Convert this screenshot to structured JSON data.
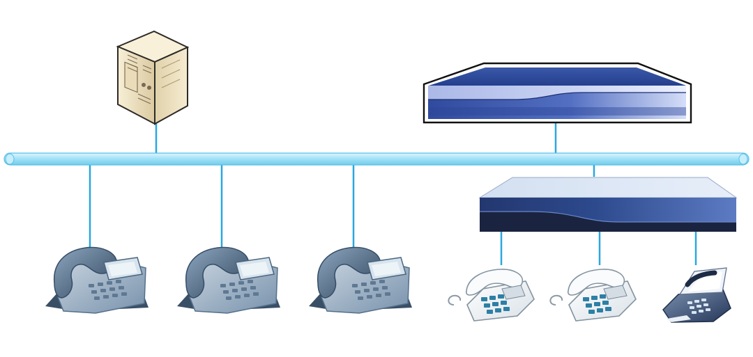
{
  "diagram": {
    "background": "#ffffff",
    "colors": {
      "bus_fill": "#9fe0f7",
      "bus_stroke": "#56bfe6",
      "link": "#2aa7df",
      "device_blue_dark": "#1f3f86",
      "device_blue_light": "#b7c4ee",
      "server_beige": "#efe2c0",
      "ip_phone_body": "#7f9bb7",
      "ip_phone_dark": "#38526b",
      "analog_phone_body": "#f2f5f7",
      "analog_phone_keys": "#2d7fa5",
      "fax_dark": "#253c63"
    },
    "nodes": [
      {
        "id": "server",
        "icon": "server-tower-icon"
      },
      {
        "id": "ip-pbx",
        "icon": "rack-appliance-icon"
      },
      {
        "id": "voip-gateway",
        "icon": "gateway-appliance-icon"
      },
      {
        "id": "ip-phone-1",
        "icon": "ip-phone-icon"
      },
      {
        "id": "ip-phone-2",
        "icon": "ip-phone-icon"
      },
      {
        "id": "ip-phone-3",
        "icon": "ip-phone-icon"
      },
      {
        "id": "analog-phone-1",
        "icon": "analog-phone-icon"
      },
      {
        "id": "analog-phone-2",
        "icon": "analog-phone-icon"
      },
      {
        "id": "fax-machine",
        "icon": "fax-machine-icon"
      }
    ],
    "links": [
      {
        "from": "server",
        "to": "network-bus"
      },
      {
        "from": "ip-pbx",
        "to": "network-bus"
      },
      {
        "from": "voip-gateway",
        "to": "network-bus"
      },
      {
        "from": "ip-phone-1",
        "to": "network-bus"
      },
      {
        "from": "ip-phone-2",
        "to": "network-bus"
      },
      {
        "from": "ip-phone-3",
        "to": "network-bus"
      },
      {
        "from": "analog-phone-1",
        "to": "voip-gateway"
      },
      {
        "from": "analog-phone-2",
        "to": "voip-gateway"
      },
      {
        "from": "fax-machine",
        "to": "voip-gateway"
      }
    ]
  }
}
